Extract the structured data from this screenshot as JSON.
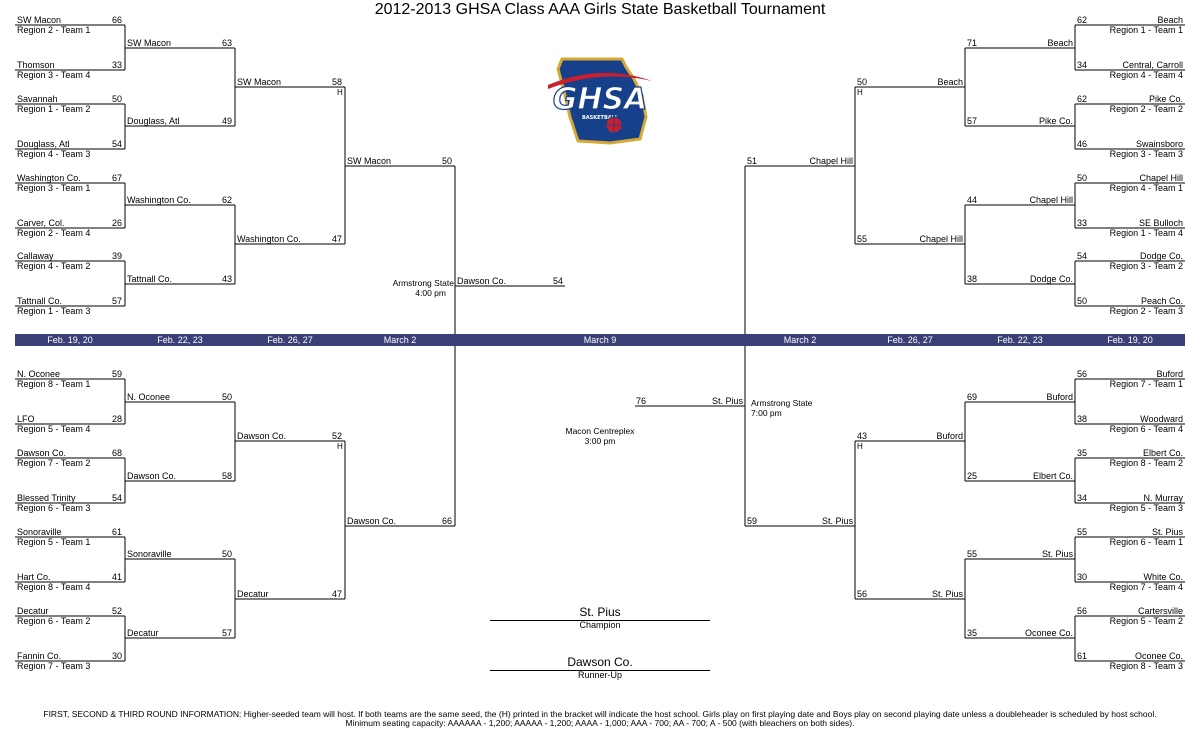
{
  "title": "2012-2013 GHSA Class AAA Girls State Basketball Tournament",
  "logo": {
    "text": "GHSA",
    "subtext": "BASKETBALL",
    "colors": {
      "blue": "#17408b",
      "gold": "#d6a835",
      "red": "#c8202f"
    }
  },
  "dates": [
    "Feb. 19, 20",
    "Feb. 22, 23",
    "Feb. 26, 27",
    "March 2",
    "March 9",
    "March 2",
    "Feb. 26, 27",
    "Feb. 22, 23",
    "Feb. 19, 20"
  ],
  "host_mark": "H",
  "first_round": {
    "top_left": [
      {
        "name": "SW Macon",
        "region": "Region 2 - Team 1",
        "score": "66"
      },
      {
        "name": "Thomson",
        "region": "Region 3 - Team 4",
        "score": "33"
      },
      {
        "name": "Savannah",
        "region": "Region 1 - Team 2",
        "score": "50"
      },
      {
        "name": "Douglass, Atl",
        "region": "Region 4 - Team 3",
        "score": "54"
      },
      {
        "name": "Washington Co.",
        "region": "Region 3 - Team 1",
        "score": "67"
      },
      {
        "name": "Carver, Col.",
        "region": "Region 2 - Team 4",
        "score": "26"
      },
      {
        "name": "Callaway",
        "region": "Region 4 - Team 2",
        "score": "39"
      },
      {
        "name": "Tattnall Co.",
        "region": "Region 1 - Team 3",
        "score": "57"
      }
    ],
    "bottom_left": [
      {
        "name": "N. Oconee",
        "region": "Region 8 - Team 1",
        "score": "59"
      },
      {
        "name": "LFO",
        "region": "Region 5 - Team 4",
        "score": "28"
      },
      {
        "name": "Dawson Co.",
        "region": "Region 7 - Team 2",
        "score": "68"
      },
      {
        "name": "Blessed Trinity",
        "region": "Region 6 - Team 3",
        "score": "54"
      },
      {
        "name": "Sonoraville",
        "region": "Region 5 - Team 1",
        "score": "61"
      },
      {
        "name": "Hart Co.",
        "region": "Region 8 - Team 4",
        "score": "41"
      },
      {
        "name": "Decatur",
        "region": "Region 6 - Team 2",
        "score": "52"
      },
      {
        "name": "Fannin Co.",
        "region": "Region 7 - Team 3",
        "score": "30"
      }
    ],
    "top_right": [
      {
        "name": "Beach",
        "region": "Region 1 - Team 1",
        "score": "62"
      },
      {
        "name": "Central, Carroll",
        "region": "Region 4 - Team 4",
        "score": "34"
      },
      {
        "name": "Pike Co.",
        "region": "Region 2 - Team 2",
        "score": "62"
      },
      {
        "name": "Swainsboro",
        "region": "Region 3 - Team 3",
        "score": "46"
      },
      {
        "name": "Chapel Hill",
        "region": "Region 4 - Team 1",
        "score": "50"
      },
      {
        "name": "SE Bulloch",
        "region": "Region 1 - Team 4",
        "score": "33"
      },
      {
        "name": "Dodge Co.",
        "region": "Region 3 - Team 2",
        "score": "54"
      },
      {
        "name": "Peach Co.",
        "region": "Region 2 - Team 3",
        "score": "50"
      }
    ],
    "bottom_right": [
      {
        "name": "Buford",
        "region": "Region 7 - Team 1",
        "score": "56"
      },
      {
        "name": "Woodward",
        "region": "Region 6 - Team 4",
        "score": "38"
      },
      {
        "name": "Elbert Co.",
        "region": "Region 8 - Team 2",
        "score": "35"
      },
      {
        "name": "N. Murray",
        "region": "Region 5 - Team 3",
        "score": "34"
      },
      {
        "name": "St. Pius",
        "region": "Region 6 - Team 1",
        "score": "55"
      },
      {
        "name": "White Co.",
        "region": "Region 7 - Team 4",
        "score": "30"
      },
      {
        "name": "Cartersville",
        "region": "Region 5 - Team 2",
        "score": "56"
      },
      {
        "name": "Oconee Co.",
        "region": "Region 8 - Team 3",
        "score": "61"
      }
    ]
  },
  "second_round": {
    "top_left": [
      {
        "name": "SW Macon",
        "score": "63"
      },
      {
        "name": "Douglass, Atl",
        "score": "49"
      },
      {
        "name": "Washington Co.",
        "score": "62"
      },
      {
        "name": "Tattnall Co.",
        "score": "43"
      }
    ],
    "bottom_left": [
      {
        "name": "N. Oconee",
        "score": "50"
      },
      {
        "name": "Dawson Co.",
        "score": "58"
      },
      {
        "name": "Sonoraville",
        "score": "50"
      },
      {
        "name": "Decatur",
        "score": "57"
      }
    ],
    "top_right": [
      {
        "name": "Beach",
        "score": "71"
      },
      {
        "name": "Pike Co.",
        "score": "57"
      },
      {
        "name": "Chapel Hill",
        "score": "44"
      },
      {
        "name": "Dodge Co.",
        "score": "38"
      }
    ],
    "bottom_right": [
      {
        "name": "Buford",
        "score": "69"
      },
      {
        "name": "Elbert Co.",
        "score": "25"
      },
      {
        "name": "St. Pius",
        "score": "55"
      },
      {
        "name": "Oconee Co.",
        "score": "35"
      }
    ]
  },
  "quarterfinals": {
    "top_left": [
      {
        "name": "SW Macon",
        "score": "58",
        "host": true
      },
      {
        "name": "Washington Co.",
        "score": "47",
        "host": false
      }
    ],
    "bottom_left": [
      {
        "name": "Dawson Co.",
        "score": "52",
        "host": true
      },
      {
        "name": "Decatur",
        "score": "47",
        "host": false
      }
    ],
    "top_right": [
      {
        "name": "Beach",
        "score": "50",
        "host": true
      },
      {
        "name": "Chapel Hill",
        "score": "55",
        "host": false
      }
    ],
    "bottom_right": [
      {
        "name": "Buford",
        "score": "43",
        "host": true
      },
      {
        "name": "St. Pius",
        "score": "56",
        "host": false
      }
    ]
  },
  "semifinals": {
    "top_left": {
      "name": "SW Macon",
      "score": "50"
    },
    "bottom_left": {
      "name": "Dawson Co.",
      "score": "66"
    },
    "top_right": {
      "name": "Chapel Hill",
      "score": "51"
    },
    "bottom_right": {
      "name": "St. Pius",
      "score": "59"
    }
  },
  "finals": {
    "left": {
      "name": "Dawson Co.",
      "score": "54"
    },
    "right": {
      "name": "St. Pius",
      "score": "76"
    }
  },
  "venues": {
    "left": {
      "name": "Armstrong State",
      "time": "4:00 pm"
    },
    "right": {
      "name": "Armstrong State",
      "time": "7:00 pm"
    },
    "final": {
      "name": "Macon Centreplex",
      "time": "3:00 pm"
    }
  },
  "champion": {
    "name": "St. Pius",
    "label": "Champion"
  },
  "runner_up": {
    "name": "Dawson Co.",
    "label": "Runner-Up"
  },
  "footer": {
    "line1": "FIRST, SECOND & THIRD ROUND INFORMATION: Higher-seeded team will host. If both teams are the same seed, the (H) printed in the bracket will indicate the host school.  Girls play on first playing date and Boys play on second playing date unless a doubleheader is scheduled by host school.",
    "line2": "Minimum seating capacity: AAAAAA - 1,200; AAAAA - 1,200; AAAA - 1,000; AAA - 700; AA - 700; A - 500 (with bleachers on both sides)."
  }
}
